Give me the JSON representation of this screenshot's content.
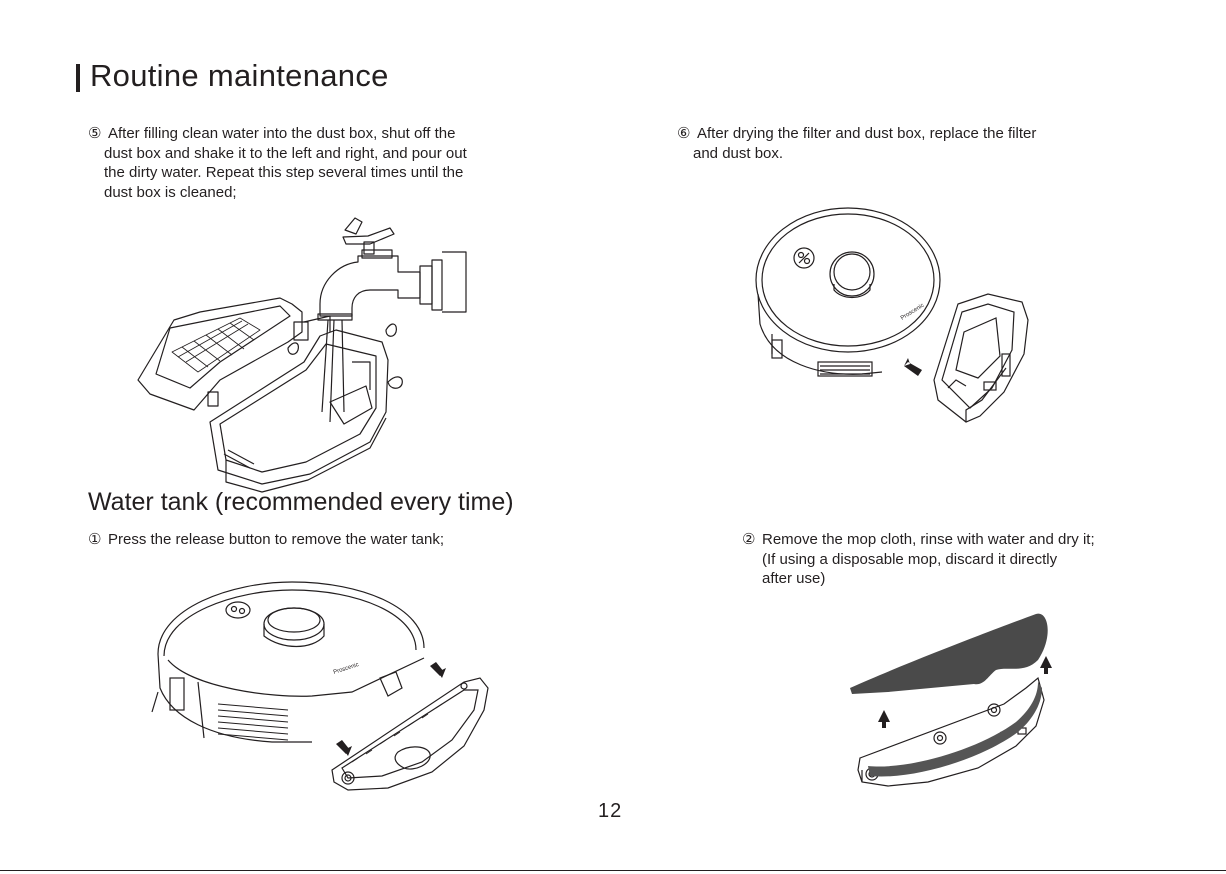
{
  "page": {
    "title": "Routine maintenance",
    "page_number": "12"
  },
  "steps": {
    "step5": {
      "num": "⑤",
      "lines": [
        "After filling clean water into the dust box, shut off the",
        "dust box and shake it to the left and right, and pour out",
        "the dirty water. Repeat this step several times until the",
        "dust box is cleaned;"
      ]
    },
    "step6": {
      "num": "⑥",
      "lines": [
        "After drying the filter and dust box, replace the filter",
        "and dust box."
      ]
    }
  },
  "water_tank": {
    "heading": "Water tank (recommended every time)",
    "step1": {
      "num": "①",
      "lines": [
        "Press the release button to remove the water tank;"
      ]
    },
    "step2": {
      "num": "②",
      "lines": [
        "Remove the mop cloth, rinse with water and dry it;",
        "(If using a disposable mop, discard it directly",
        "after use)"
      ]
    }
  },
  "illustrations": {
    "robot_brand_label": "Proscenic"
  },
  "colors": {
    "ink": "#231f20",
    "mop_fill": "#4a4a4a",
    "mop_band": "#555555"
  }
}
